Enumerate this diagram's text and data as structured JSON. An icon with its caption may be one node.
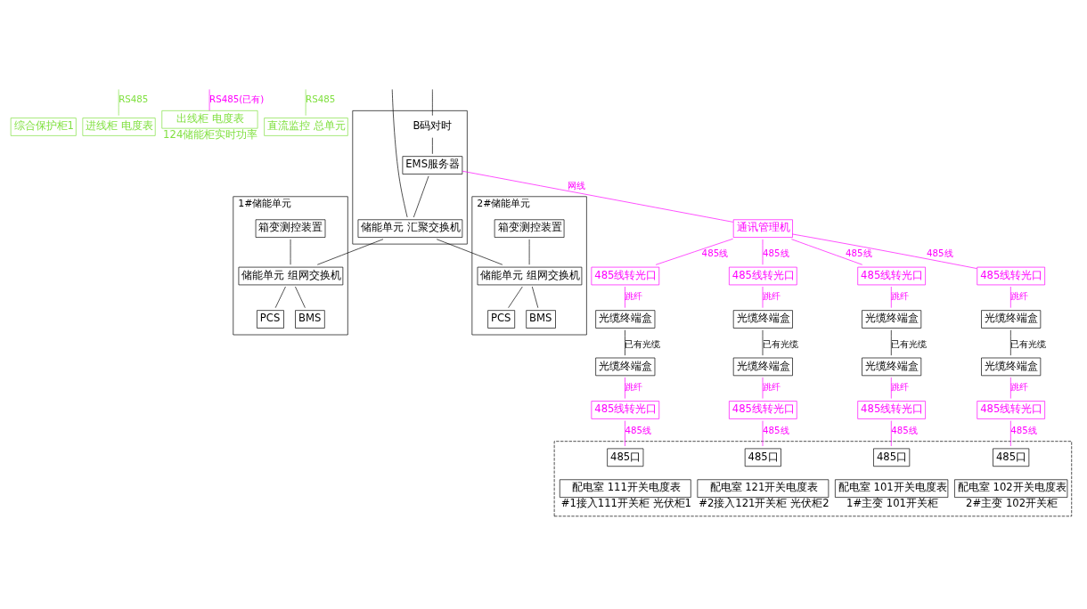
{
  "diagram": {
    "nodes": [
      {
        "text": [
          "综合保护柜1"
        ]
      },
      {
        "text": [
          "进线柜 电度表"
        ]
      },
      {
        "text": [
          "出线柜 电度表"
        ],
        "beside": [
          "124储能柜实时功率"
        ]
      },
      {
        "text": [
          "直流监控 总单元"
        ]
      },
      {
        "text": [],
        "shape": "box"
      },
      {
        "text": [
          "EMS服务器"
        ],
        "in": 4
      },
      {
        "text": [
          "储能单元 汇聚交换机"
        ],
        "in": 4
      },
      {
        "text": [
          "B码对时"
        ],
        "in": 4
      },
      {
        "text": [
          "通讯管理机"
        ]
      },
      {
        "text": [
          "1#储能单元"
        ]
      },
      {
        "text": [
          "PCS"
        ],
        "in": 9
      },
      {
        "text": [
          "BMS"
        ],
        "in": 9
      },
      {
        "text": [
          "箱变测控装置"
        ],
        "in": 9
      },
      {
        "text": [
          "储能单元 组网交换机"
        ],
        "in": 9
      },
      {
        "text": [
          "2#储能单元"
        ]
      },
      {
        "text": [
          "PCS"
        ],
        "in": 14
      },
      {
        "text": [
          "BMS"
        ],
        "in": 14
      },
      {
        "text": [
          "箱变测控装置"
        ],
        "in": 14
      },
      {
        "text": [
          "储能单元 组网交换机"
        ],
        "in": 14
      },
      {
        "text": [],
        "shape": "box"
      },
      {
        "text": [
          "485线转光口"
        ]
      },
      {
        "text": [
          "光缆终端盒"
        ]
      },
      {
        "text": [
          "光缆终端盒"
        ]
      },
      {
        "text": [
          "485线转光口"
        ]
      },
      {
        "text": [
          "485口"
        ],
        "in": 19
      },
      {
        "text": [
          "配电室 111开关电度表"
        ],
        "in": 19,
        "beside": [
          "#1接入111开关柜 光伏柜1"
        ]
      },
      {
        "text": [
          "485线转光口"
        ]
      },
      {
        "text": [
          "光缆终端盒"
        ]
      },
      {
        "text": [
          "光缆终端盒"
        ]
      },
      {
        "text": [
          "485线转光口"
        ]
      },
      {
        "text": [
          "485口"
        ],
        "in": 19
      },
      {
        "text": [
          "配电室 121开关电度表"
        ],
        "in": 19,
        "beside": [
          "#2接入121开关柜 光伏柜2"
        ]
      },
      {
        "text": [
          "485线转光口"
        ]
      },
      {
        "text": [
          "光缆终端盒"
        ]
      },
      {
        "text": [
          "光缆终端盒"
        ]
      },
      {
        "text": [
          "485线转光口"
        ]
      },
      {
        "text": [
          "485口"
        ],
        "in": 19
      },
      {
        "text": [
          "配电室 101开关电度表"
        ],
        "in": 19,
        "beside": [
          "1#主变 101开关柜"
        ]
      },
      {
        "text": [
          "485线转光口"
        ]
      },
      {
        "text": [
          "光缆终端盒"
        ]
      },
      {
        "text": [
          "光缆终端盒"
        ]
      },
      {
        "text": [
          "485线转光口"
        ]
      },
      {
        "text": [
          "485口"
        ],
        "in": 19
      },
      {
        "text": [
          "配电室 102开关电度表"
        ],
        "in": 19,
        "beside": [
          "2#主变 102开关柜"
        ]
      }
    ],
    "edges": [
      {
        "from": null,
        "to": 1,
        "arrow": "none",
        "label": "RS485",
        "color": "#80e040"
      },
      {
        "from": null,
        "to": 2,
        "arrow": "none",
        "label": "RS485(已有)"
      },
      {
        "from": null,
        "to": 3,
        "arrow": "none",
        "label": "RS485",
        "color": "#80e040"
      },
      {
        "from": null,
        "to": 7,
        "arrow": "none",
        "color": "#000000"
      },
      {
        "from": 7,
        "to": 5,
        "arrow": "none",
        "color": "#000000"
      },
      {
        "from": 5,
        "to": 6,
        "arrow": "none",
        "color": "#000000"
      },
      {
        "from": null,
        "to": 6,
        "arrow": "none",
        "color": "#000000"
      },
      {
        "from": 5,
        "to": 8,
        "arrow": "none",
        "label": "网线"
      },
      {
        "from": 6,
        "to": 13,
        "arrow": "none",
        "color": "#000000"
      },
      {
        "from": 12,
        "to": 13,
        "arrow": "none",
        "color": "#000000"
      },
      {
        "from": 13,
        "to": 10,
        "arrow": "none",
        "color": "#000000"
      },
      {
        "from": 13,
        "to": 11,
        "arrow": "none",
        "color": "#000000"
      },
      {
        "from": 6,
        "to": 18,
        "arrow": "none",
        "color": "#000000"
      },
      {
        "from": 17,
        "to": 18,
        "arrow": "none",
        "color": "#000000"
      },
      {
        "from": 18,
        "to": 15,
        "arrow": "none",
        "color": "#000000"
      },
      {
        "from": 18,
        "to": 16,
        "arrow": "none",
        "color": "#000000"
      },
      {
        "from": 8,
        "to": 20,
        "arrow": "none",
        "label": "485线"
      },
      {
        "from": 20,
        "to": 21,
        "arrow": "none",
        "label": "跳纤"
      },
      {
        "from": 21,
        "to": 22,
        "arrow": "none",
        "label": "已有光缆",
        "color": "#000000"
      },
      {
        "from": 22,
        "to": 23,
        "arrow": "none",
        "label": "跳纤"
      },
      {
        "from": 23,
        "to": 24,
        "arrow": "none",
        "label": "485线"
      },
      {
        "from": 8,
        "to": 26,
        "arrow": "none",
        "label": "485线"
      },
      {
        "from": 26,
        "to": 27,
        "arrow": "none",
        "label": "跳纤"
      },
      {
        "from": 27,
        "to": 28,
        "arrow": "none",
        "label": "已有光缆",
        "color": "#000000"
      },
      {
        "from": 28,
        "to": 29,
        "arrow": "none",
        "label": "跳纤"
      },
      {
        "from": 29,
        "to": 30,
        "arrow": "none",
        "label": "485线"
      },
      {
        "from": 8,
        "to": 32,
        "arrow": "none",
        "label": "485线"
      },
      {
        "from": 32,
        "to": 33,
        "arrow": "none",
        "label": "跳纤"
      },
      {
        "from": 33,
        "to": 34,
        "arrow": "none",
        "label": "已有光缆",
        "color": "#000000"
      },
      {
        "from": 34,
        "to": 35,
        "arrow": "none",
        "label": "跳纤"
      },
      {
        "from": 35,
        "to": 36,
        "arrow": "none",
        "label": "485线"
      },
      {
        "from": 8,
        "to": 38,
        "arrow": "none",
        "label": "485线"
      },
      {
        "from": 38,
        "to": 39,
        "arrow": "none",
        "label": "跳纤"
      },
      {
        "from": 39,
        "to": 40,
        "arrow": "none",
        "label": "已有光缆",
        "color": "#000000"
      },
      {
        "from": 40,
        "to": 41,
        "arrow": "none",
        "label": "跳纤"
      },
      {
        "from": 41,
        "to": 42,
        "arrow": "none",
        "label": "485线"
      }
    ]
  }
}
